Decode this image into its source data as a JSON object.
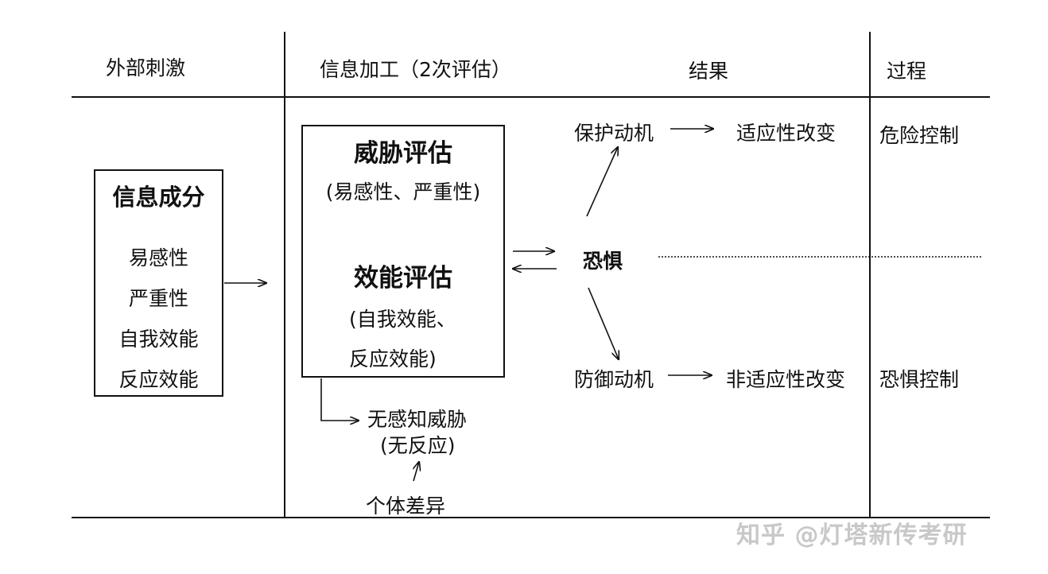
{
  "headers": {
    "col1": "外部刺激",
    "col2": "信息加工（2次评估）",
    "col3": "结果",
    "col4": "过程"
  },
  "info_box": {
    "title": "信息成分",
    "items": [
      "易感性",
      "严重性",
      "自我效能",
      "反应效能"
    ]
  },
  "appraisal_box": {
    "threat_title": "威胁评估",
    "threat_detail": "(易感性、严重性)",
    "efficacy_title": "效能评估",
    "efficacy_detail_1": "(自我效能、",
    "efficacy_detail_2": "反应效能)"
  },
  "no_threat": {
    "line1": "无感知威胁",
    "line2": "(无反应)",
    "individual": "个体差异"
  },
  "center": {
    "fear": "恐惧"
  },
  "outcomes": {
    "protect_motive": "保护动机",
    "adaptive_change": "适应性改变",
    "defense_motive": "防御动机",
    "maladaptive_change": "非适应性改变"
  },
  "process": {
    "danger_control": "危险控制",
    "fear_control": "恐惧控制"
  },
  "watermark": "知乎 @灯塔新传考研"
}
